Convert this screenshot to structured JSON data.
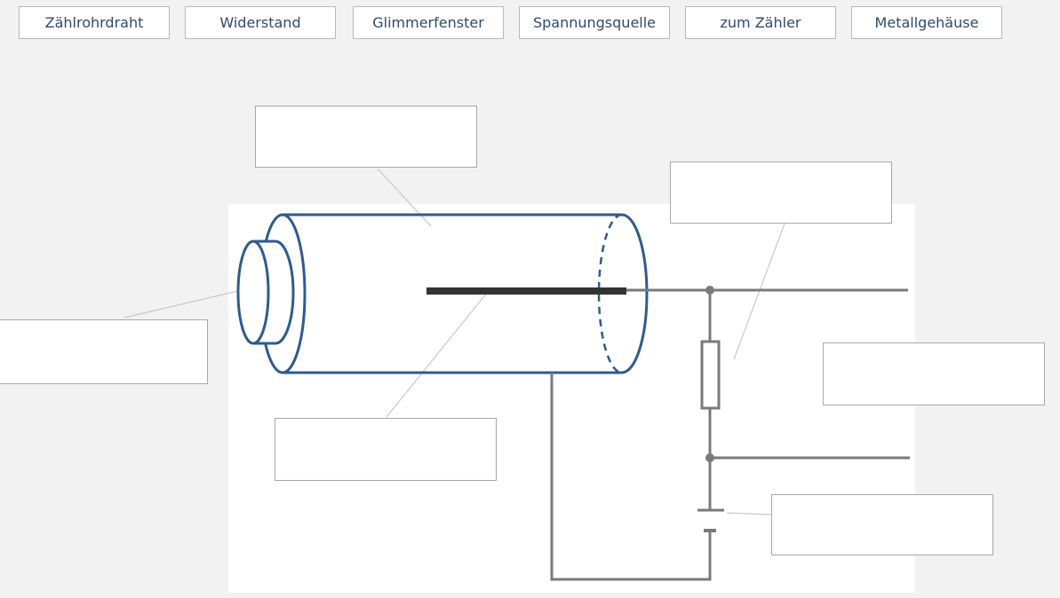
{
  "labels": [
    "Zählrohrdraht",
    "Widerstand",
    "Glimmerfenster",
    "Spannungsquelle",
    "zum Zähler",
    "Metallgehäuse"
  ],
  "drop_zones": [
    "",
    "",
    "",
    "",
    "",
    ""
  ],
  "colors": {
    "tube": "#2f5a8f",
    "wire": "#777777",
    "anode": "#333333",
    "leader": "#c8c8c8"
  }
}
